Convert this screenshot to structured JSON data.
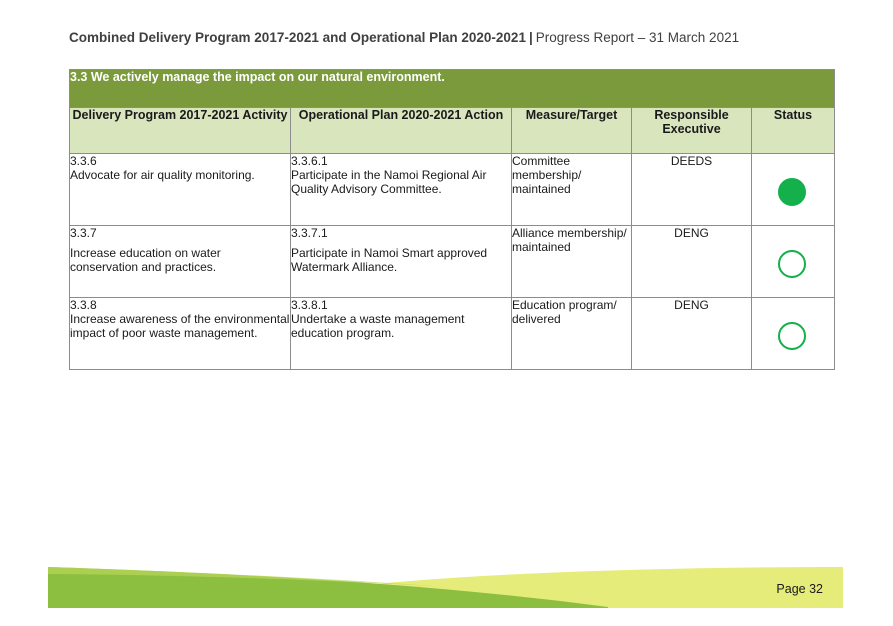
{
  "header": {
    "title_bold": "Combined Delivery Program 2017-2021 and Operational Plan 2020-2021",
    "separator": "|",
    "title_light": "Progress Report – 31 March 2021"
  },
  "section": {
    "title": "3.3 We actively manage the impact on our natural environment."
  },
  "columns": {
    "activity": "Delivery Program 2017-2021 Activity",
    "action": "Operational Plan 2020-2021 Action",
    "measure": "Measure/Target",
    "executive": "Responsible Executive",
    "status": "Status"
  },
  "rows": [
    {
      "activity_code": "3.3.6",
      "activity_text": "Advocate for air quality monitoring.",
      "action_code": "3.3.6.1",
      "action_text": "Participate in the Namoi Regional Air Quality Advisory Committee.",
      "measure": "Committee membership/ maintained",
      "executive": "DEEDS",
      "status": "complete"
    },
    {
      "activity_code": "3.3.7",
      "activity_text": "Increase education on water conservation and practices.",
      "action_code": "3.3.7.1",
      "action_text": "Participate in Namoi Smart approved Watermark Alliance.",
      "measure": "Alliance membership/ maintained",
      "executive": "DENG",
      "status": "pending"
    },
    {
      "activity_code": "3.3.8",
      "activity_text": "Increase awareness of the environmental impact of poor waste management.",
      "action_code": "3.3.8.1",
      "action_text": "Undertake a waste management education program.",
      "measure": "Education program/ delivered",
      "executive": "DENG",
      "status": "pending"
    }
  ],
  "colors": {
    "section_green": "#7a9a3c",
    "header_green": "#d8e5bd",
    "status_green": "#13b04b",
    "footer_green": "#8cbf3f",
    "footer_yellow": "#e6ec7a"
  },
  "footer": {
    "page_label": "Page 32"
  }
}
